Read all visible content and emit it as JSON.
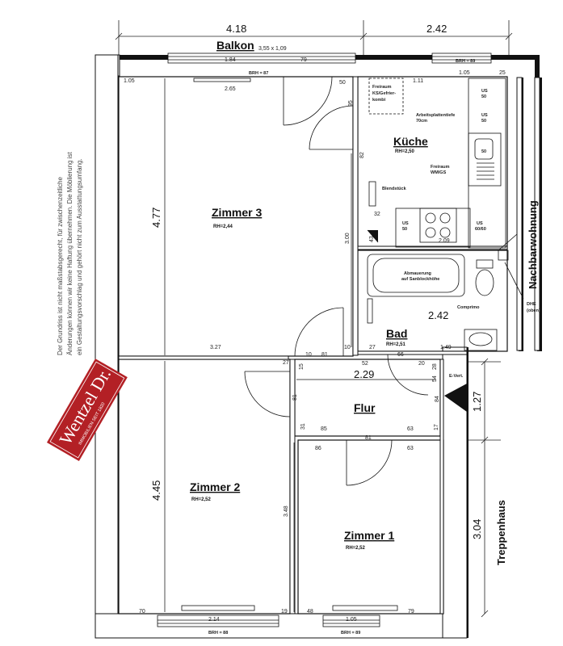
{
  "rooms": {
    "zimmer3": {
      "name": "Zimmer 3",
      "rh": "RH=2,44"
    },
    "zimmer2": {
      "name": "Zimmer 2",
      "rh": "RH=2,52"
    },
    "zimmer1": {
      "name": "Zimmer 1",
      "rh": "RH=2,52"
    },
    "kueche": {
      "name": "Küche",
      "rh": "RH=2,50"
    },
    "bad": {
      "name": "Bad",
      "rh": "RH=2,51"
    },
    "flur": {
      "name": "Flur"
    },
    "balkon": {
      "name": "Balkon",
      "size": "3,55 x 1,09"
    }
  },
  "dimensions": {
    "top_left": "4.18",
    "top_right": "2.42",
    "zimmer3_height": "4.77",
    "zimmer2_height": "4.45",
    "right_upper": "1.27",
    "right_lower": "3.04",
    "bad_width": "2.42",
    "flur_width": "2.29",
    "d_184": "1.84",
    "d_79a": "79",
    "d_105a": "1.05",
    "d_265": "2.65",
    "d_50a": "50",
    "d_95": "95",
    "d_111": "1.11",
    "d_105b": "1.05",
    "d_25": "25",
    "d_82a": "82",
    "d_32": "32",
    "d_43": "43",
    "d_300": "3.00",
    "d_209": "2.09",
    "d_327": "3.27",
    "d_27a": "27",
    "d_10a": "10",
    "d_81a": "81",
    "d_10b": "10",
    "d_15": "15",
    "d_27b": "27",
    "d_149": "1.49",
    "d_52": "52",
    "d_66": "66",
    "d_20": "20",
    "d_28": "28",
    "d_54": "54",
    "d_84": "84",
    "d_81b": "81",
    "d_31": "31",
    "d_85": "85",
    "d_63a": "63",
    "d_17": "17",
    "d_86": "86",
    "d_81c": "81",
    "d_63b": "63",
    "d_348": "3.48",
    "d_70": "70",
    "d_19": "19",
    "d_214": "2.14",
    "d_48": "48",
    "d_105c": "1.05",
    "d_79b": "79"
  },
  "labels": {
    "brh_87": "BRH = 87",
    "brh_89a": "BRH = 89",
    "brh_88": "BRH = 88",
    "brh_89b": "BRH = 89",
    "freiraum_ks": [
      "Freiraum",
      "KS/Gefrier-",
      "kombi"
    ],
    "arbeitsplatte": [
      "Arbeitsplattentiefe",
      "70cm"
    ],
    "us50_a": [
      "US",
      "50"
    ],
    "us50_b": [
      "US",
      "50"
    ],
    "us50_c": [
      "US",
      "50"
    ],
    "us6060": [
      "US",
      "60/60"
    ],
    "sink_50": "50",
    "freiraum_wm": [
      "Freiraum",
      "WM/GS"
    ],
    "blendstueck": "Blendstück",
    "abmauerung": [
      "Abmauerung",
      "auf Sanblockhöhe"
    ],
    "comprimo": "Comprimo",
    "dhe": [
      "DHE",
      "(oben)"
    ],
    "evert": "E-Vert.",
    "nachbarwohnung": "Nachbarwohnung",
    "treppenhaus": "Treppenhaus"
  },
  "disclaimer": [
    "Der Grundriss ist nicht maßstabsgerecht, für zwischenzeitliche",
    "Änderungen können wir keine Haftung übernehmen. Die Möblierung ist",
    "ein Gestaltungsvorschlag und gehört nicht zum Ausstattungsumfang."
  ],
  "logo": {
    "name": "Wentzel Dr.",
    "sub": "IMMOBILIEN SEIT 1820",
    "color": "#b32025"
  }
}
